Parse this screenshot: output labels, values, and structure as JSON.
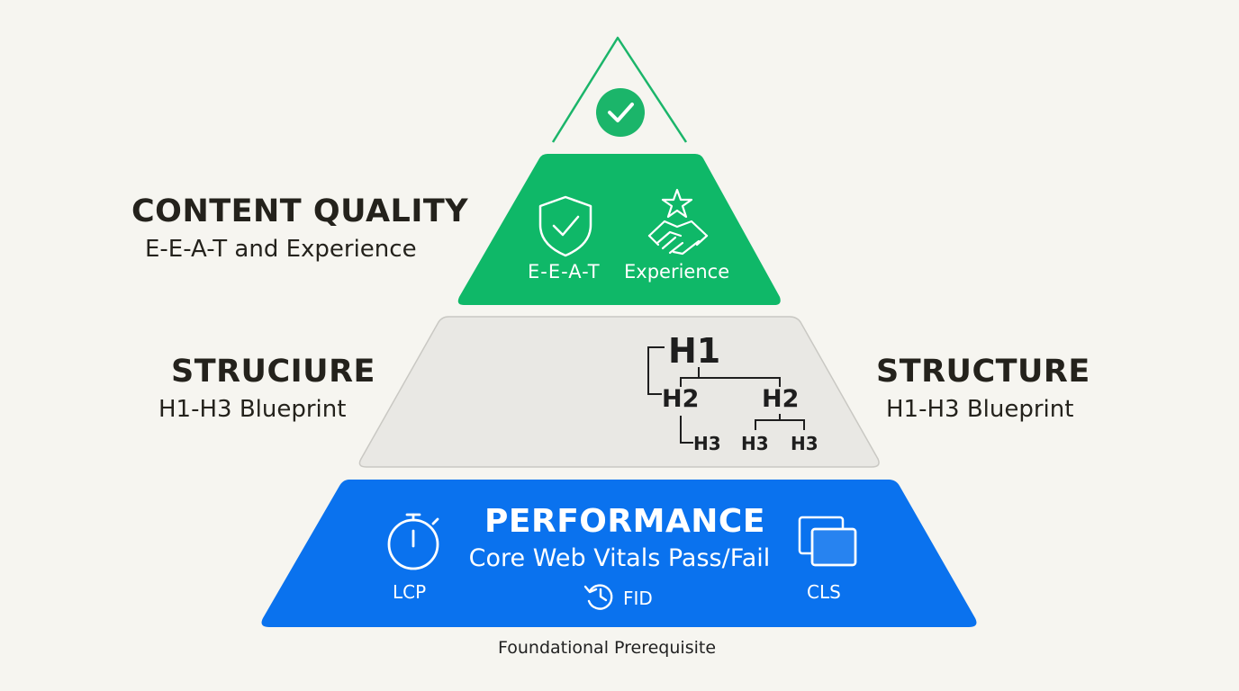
{
  "left_labels": {
    "content_quality": {
      "title": "CONTENT QUALITY",
      "subtitle": "E-E-A-T and Experience"
    },
    "structure": {
      "title": "STRUCIURE",
      "subtitle": "H1-H3 Blueprint"
    }
  },
  "right_labels": {
    "structure": {
      "title": "STRUCTURE",
      "subtitle": "H1-H3 Blueprint"
    }
  },
  "tiers": {
    "apex": {
      "icon": "check-circle-icon",
      "color": "#1bb56a"
    },
    "content_quality": {
      "color": "#0fb868",
      "items": [
        {
          "label": "E-E-A-T",
          "icon": "shield-check-icon"
        },
        {
          "label": "Experience",
          "icon": "handshake-star-icon"
        }
      ]
    },
    "structure": {
      "color": "#e9e8e4",
      "tree": {
        "h1": "H1",
        "h2_left": "H2",
        "h2_right": "H2",
        "h3_a": "H3",
        "h3_b": "H3",
        "h3_c": "H3"
      }
    },
    "performance": {
      "color": "#0a72ee",
      "title": "PERFORMANCE",
      "subtitle": "Core Web Vitals Pass/Fail",
      "metrics": [
        {
          "label": "LCP",
          "icon": "stopwatch-icon"
        },
        {
          "label": "FID",
          "icon": "history-icon"
        },
        {
          "label": "CLS",
          "icon": "layers-icon"
        }
      ]
    }
  },
  "footer": "Foundational Prerequisite"
}
